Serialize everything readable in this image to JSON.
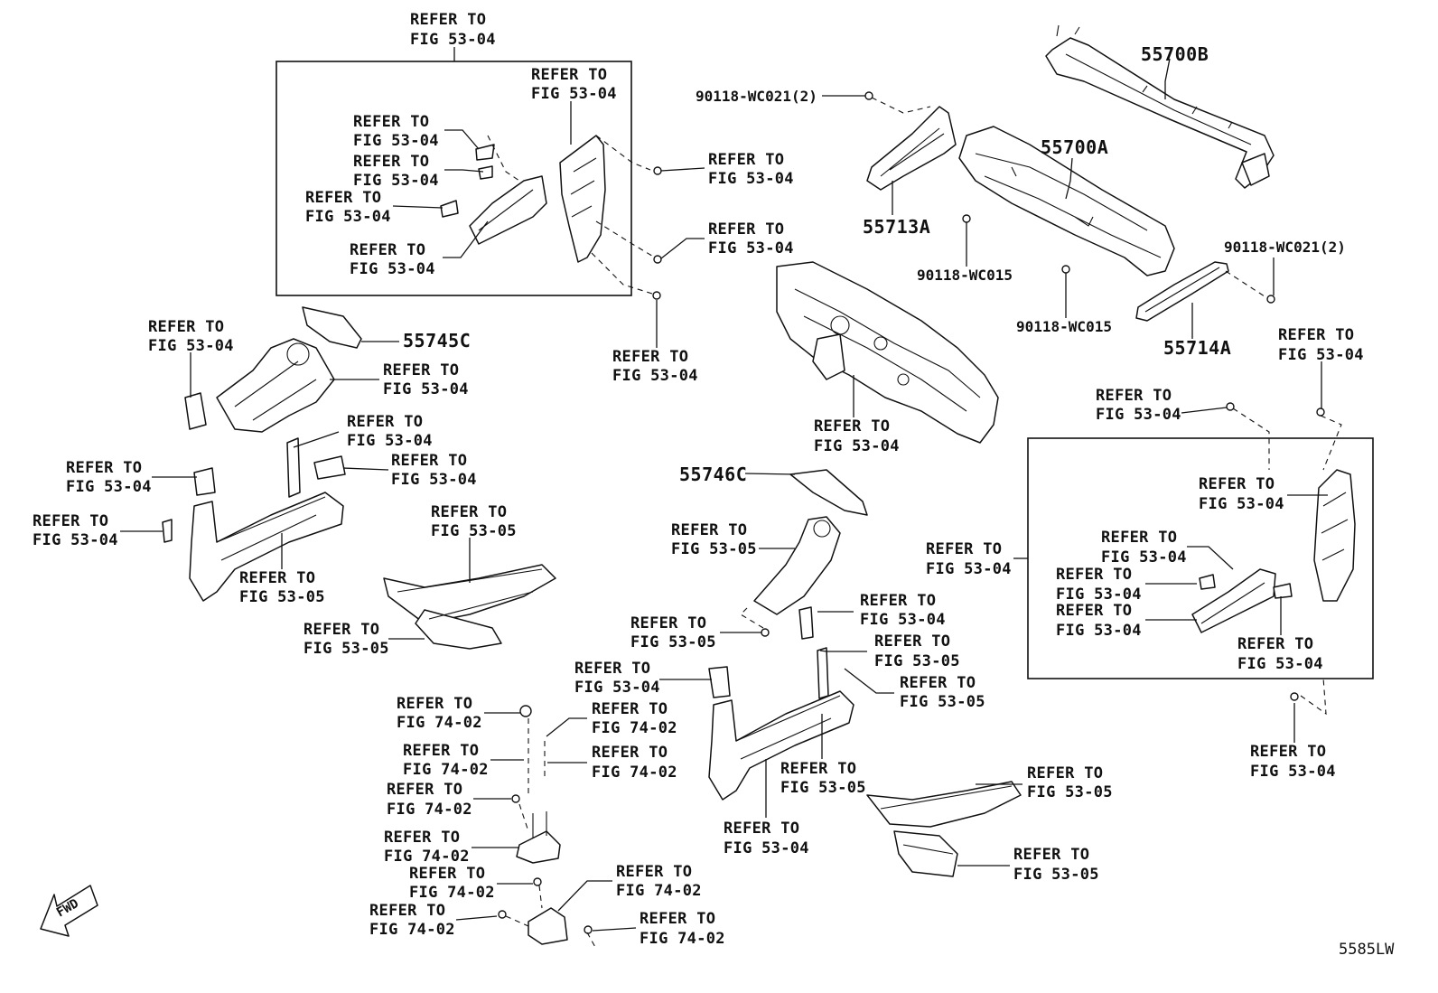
{
  "refer_line": "REFER TO",
  "fig": {
    "f5304": "FIG 53-04",
    "f5305": "FIG 53-05",
    "f7402": "FIG 74-02"
  },
  "parts": {
    "p55700B": "55700B",
    "p55700A": "55700A",
    "p55713A": "55713A",
    "p55714A": "55714A",
    "p55745C": "55745C",
    "p55746C": "55746C",
    "bolt_wc021_left": "90118-WC021(2)",
    "bolt_wc021_right": "90118-WC021(2)",
    "bolt_wc015_a": "90118-WC015",
    "bolt_wc015_b": "90118-WC015"
  },
  "fwd_label": "FWD",
  "diagram_code": "5585LW"
}
